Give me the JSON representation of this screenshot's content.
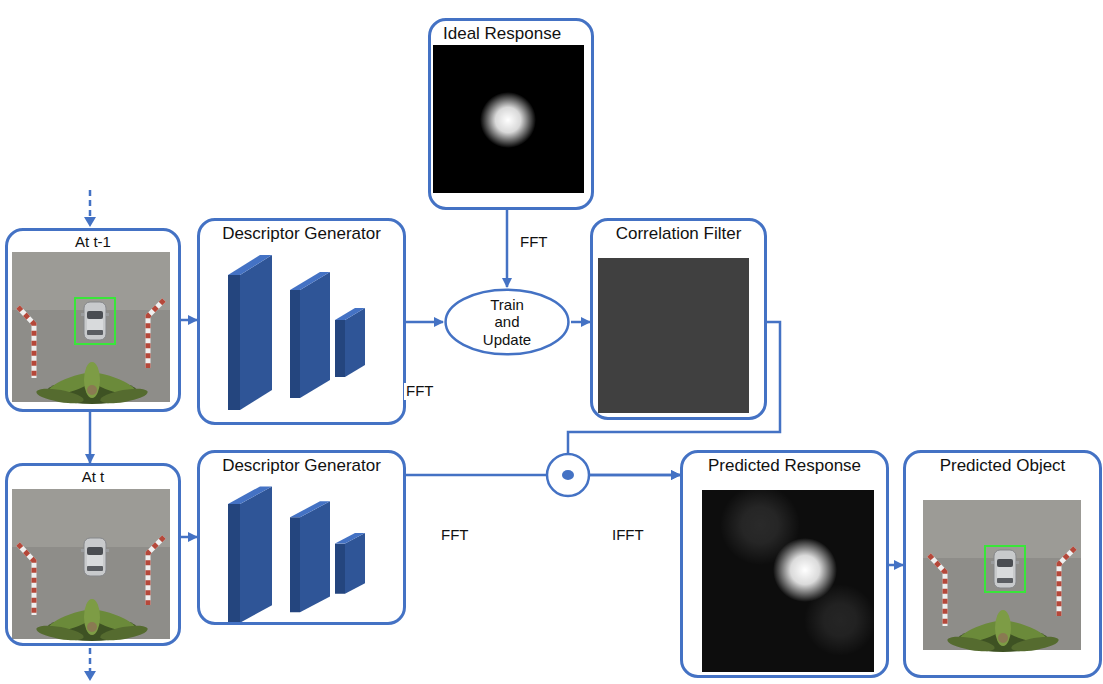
{
  "diagram": {
    "nodes": [
      {
        "text": [
          "At t-1"
        ]
      },
      {
        "text": [
          "Descriptor Generator"
        ]
      },
      {
        "text": [
          "Ideal Response"
        ]
      },
      {
        "text": [
          "Train and Update"
        ]
      },
      {
        "text": [
          "Correlation Filter"
        ]
      },
      {
        "text": [
          "At t"
        ]
      },
      {
        "text": [
          "Descriptor Generator"
        ]
      },
      {
        "text": [
          "Predicted Response"
        ]
      },
      {
        "text": [
          "Predicted Object"
        ]
      }
    ],
    "edges": [
      {
        "from": 0,
        "to": 1,
        "arrow": "to"
      },
      {
        "from": 1,
        "to": 3,
        "label": "FFT",
        "arrow": "to"
      },
      {
        "from": 2,
        "to": 3,
        "label": "FFT",
        "arrow": "to"
      },
      {
        "from": 3,
        "to": 4,
        "arrow": "to"
      },
      {
        "from": 4,
        "to": 7,
        "arrow": "to"
      },
      {
        "from": 0,
        "to": 5,
        "arrow": "to"
      },
      {
        "from": 5,
        "to": 6,
        "arrow": "to"
      },
      {
        "from": 6,
        "to": 7,
        "label": "FFT",
        "arrow": "to"
      },
      {
        "from": 7,
        "to": 8,
        "arrow": "to"
      }
    ],
    "labels": [
      "IFFT"
    ]
  }
}
